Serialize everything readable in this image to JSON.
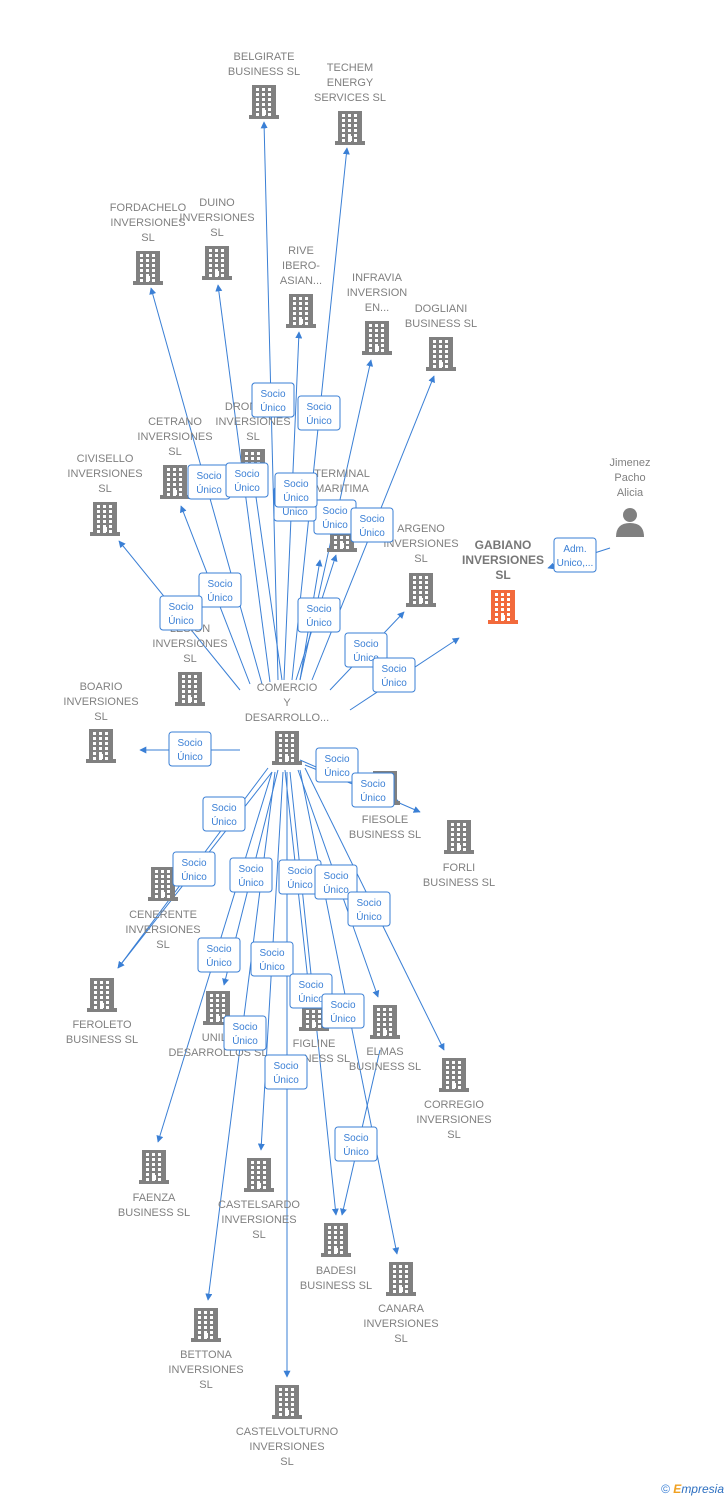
{
  "center": {
    "id": "center",
    "lines": [
      "COMERCIO",
      "Y",
      "DESARROLLO..."
    ]
  },
  "companies": [
    {
      "id": "belgirate",
      "lines": [
        "BELGIRATE",
        "BUSINESS  SL"
      ]
    },
    {
      "id": "techem",
      "lines": [
        "TECHEM",
        "ENERGY",
        "SERVICES  SL"
      ]
    },
    {
      "id": "fordachelo",
      "lines": [
        "FORDACHELO",
        "INVERSIONES",
        "SL"
      ]
    },
    {
      "id": "duino",
      "lines": [
        "DUINO",
        "INVERSIONES",
        "SL"
      ]
    },
    {
      "id": "rive",
      "lines": [
        "RIVE",
        "IBERO-",
        "ASIAN..."
      ]
    },
    {
      "id": "infravia",
      "lines": [
        "INFRAVIA",
        "INVERSION",
        "EN..."
      ]
    },
    {
      "id": "dogliani",
      "lines": [
        "DOGLIANI",
        "BUSINESS  SL"
      ]
    },
    {
      "id": "dronero",
      "lines": [
        "DRONERO",
        "INVERSIONES",
        "SL"
      ]
    },
    {
      "id": "cetrano",
      "lines": [
        "CETRANO",
        "INVERSIONES",
        "SL"
      ]
    },
    {
      "id": "civisello",
      "lines": [
        "CIVISELLO",
        "INVERSIONES",
        "SL"
      ]
    },
    {
      "id": "terminal",
      "lines": [
        "TERMINAL",
        "MARITIMA",
        "DE..."
      ]
    },
    {
      "id": "argeno",
      "lines": [
        "ARGENO",
        "INVERSIONES",
        "SL"
      ]
    },
    {
      "id": "gabiano",
      "lines": [
        "GABIANO",
        "INVERSIONES",
        "SL"
      ],
      "highlight": true
    },
    {
      "id": "lesion",
      "lines": [
        "LESION",
        "INVERSIONES",
        "SL"
      ]
    },
    {
      "id": "boario",
      "lines": [
        "BOARIO",
        "INVERSIONES",
        "SL"
      ]
    },
    {
      "id": "fiesole",
      "lines": [
        "FIESOLE",
        "BUSINESS  SL"
      ]
    },
    {
      "id": "forli",
      "lines": [
        "FORLI",
        "BUSINESS  SL"
      ]
    },
    {
      "id": "cenerente",
      "lines": [
        "CENERENTE",
        "INVERSIONES",
        "SL"
      ]
    },
    {
      "id": "feroleto",
      "lines": [
        "FEROLETO",
        "BUSINESS  SL"
      ]
    },
    {
      "id": "unila",
      "lines": [
        "UNILA",
        "DESARROLLOS  SL"
      ]
    },
    {
      "id": "figline",
      "lines": [
        "FIGLINE",
        "BUSINESS  SL"
      ]
    },
    {
      "id": "elmas",
      "lines": [
        "ELMAS",
        "BUSINESS  SL"
      ]
    },
    {
      "id": "corregio",
      "lines": [
        "CORREGIO",
        "INVERSIONES",
        "SL"
      ]
    },
    {
      "id": "faenza",
      "lines": [
        "FAENZA",
        "BUSINESS  SL"
      ]
    },
    {
      "id": "castelsardo",
      "lines": [
        "CASTELSARDO",
        "INVERSIONES",
        "SL"
      ]
    },
    {
      "id": "badesi",
      "lines": [
        "BADESI",
        "BUSINESS  SL"
      ]
    },
    {
      "id": "canara",
      "lines": [
        "CANARA",
        "INVERSIONES",
        "SL"
      ]
    },
    {
      "id": "bettona",
      "lines": [
        "BETTONA",
        "INVERSIONES",
        "SL"
      ]
    },
    {
      "id": "castelvolturno",
      "lines": [
        "CASTELVOLTURNO",
        "INVERSIONES",
        "SL"
      ]
    }
  ],
  "person": {
    "id": "jimenez",
    "lines": [
      "Jimenez",
      "Pacho",
      "Alicia"
    ]
  },
  "edge_labels": {
    "socio": [
      "Socio",
      "Único"
    ],
    "adm": [
      "Adm.",
      "Unico,..."
    ]
  },
  "footer": {
    "copyright": "©",
    "brand_first": "E",
    "brand_rest": "mpresia"
  },
  "colors": {
    "edge": "#3a7fd5",
    "building": "#808080",
    "building_highlight": "#f26a3c",
    "person": "#808080",
    "label": "#808080"
  }
}
